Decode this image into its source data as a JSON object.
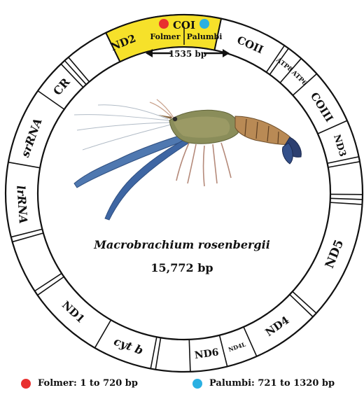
{
  "colors": {
    "folmer": "#e8302f",
    "palumbi": "#2ab0e2",
    "coi_highlight": "#f6e12a",
    "ring_stroke": "#111111"
  },
  "diagram": {
    "species": "Macrobrachium rosenbergii",
    "genome_size": "15,772 bp",
    "coi_span": "1535 bp",
    "coi_markers": [
      "Folmer",
      "Palumbi"
    ],
    "segments": [
      "COI",
      "COII",
      "ATP8",
      "ATP6",
      "COIII",
      "ND3",
      "ND5",
      "ND4",
      "ND4L",
      "ND6",
      "cyt b",
      "ND1",
      "lrRNA",
      "srRNA",
      "CR",
      "ND2"
    ],
    "center_image": "shrimp-photo"
  },
  "legend": {
    "folmer": "Folmer: 1 to 720 bp",
    "palumbi": "Palumbi: 721 to 1320 bp"
  }
}
